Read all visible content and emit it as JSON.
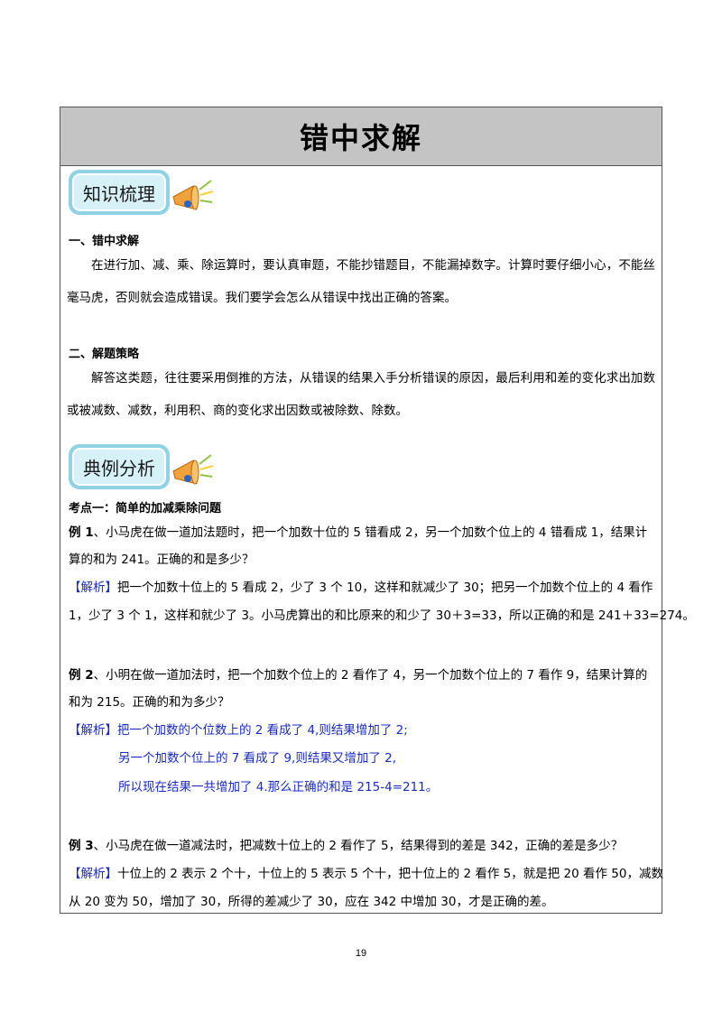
{
  "title": "错中求解",
  "badges": {
    "knowledge": "知识梳理",
    "examples": "典例分析"
  },
  "section1": {
    "heading": "一、错中求解",
    "body": "在进行加、减、乘、除运算时，要认真审题，不能抄错题目，不能漏掉数字。计算时要仔细小心，不能丝毫马虎，否则就会造成错误。我们要学会怎么从错误中找出正确的答案。"
  },
  "section2": {
    "heading": "二、解题策略",
    "body": "解答这类题，往往要采用倒推的方法，从错误的结果入手分析错误的原因，最后利用和差的变化求出加数或被减数、减数，利用积、商的变化求出因数或被除数、除数。"
  },
  "kaodian": "考点一：简单的加减乘除问题",
  "analysis_tag": "【解析】",
  "example1": {
    "label": "例 1",
    "line1": "、小马虎在做一道加法题时，把一个加数十位的 5 错看成 2，另一个加数个位上的 4 错看成 1，结果计",
    "line2": "算的和为 241。正确的和是多少？",
    "ans1": "把一个加数十位上的 5 看成 2，少了 3 个 10，这样和就减少了 30；把另一个加数个位上的 4 看作",
    "ans2": "1，少了 3 个 1，这样和就少了 3。小马虎算出的和比原来的和少了 30＋3=33，所以正确的和是 241＋33=274。"
  },
  "example2": {
    "label": "例 2",
    "line1": "、小明在做一道加法时，把一个加数个位上的 2 看作了 4，另一个加数个位上的 7 看作 9，结果计算的",
    "line2": "和为 215。正确的和为多少？",
    "ans1": "把一个加数的个位数上的 2 看成了 4,则结果增加了 2;",
    "ans2": "另一个加数个位上的 7 看成了 9,则结果又增加了 2,",
    "ans3": "所以现在结果一共增加了 4.那么正确的和是 215-4=211。"
  },
  "example3": {
    "label": "例 3",
    "line1": "、小马虎在做一道减法时，把减数十位上的 2 看作了 5，结果得到的差是 342，正确的差是多少？",
    "ans1": "十位上的 2 表示 2 个十，十位上的 5 表示 5 个十，把十位上的 2 看作 5，就是把 20 看作 50，减数",
    "ans2": "从 20 变为 50，增加了 30，所得的差减少了 30，应在 342 中增加 30，才是正确的差。"
  },
  "page_number": "19",
  "colors": {
    "title_bg": "#c4c4c4",
    "badge_outer": "#8fd3e4",
    "badge_inner": "#d7f1f8",
    "analysis_blue": "#1b2cc1"
  }
}
